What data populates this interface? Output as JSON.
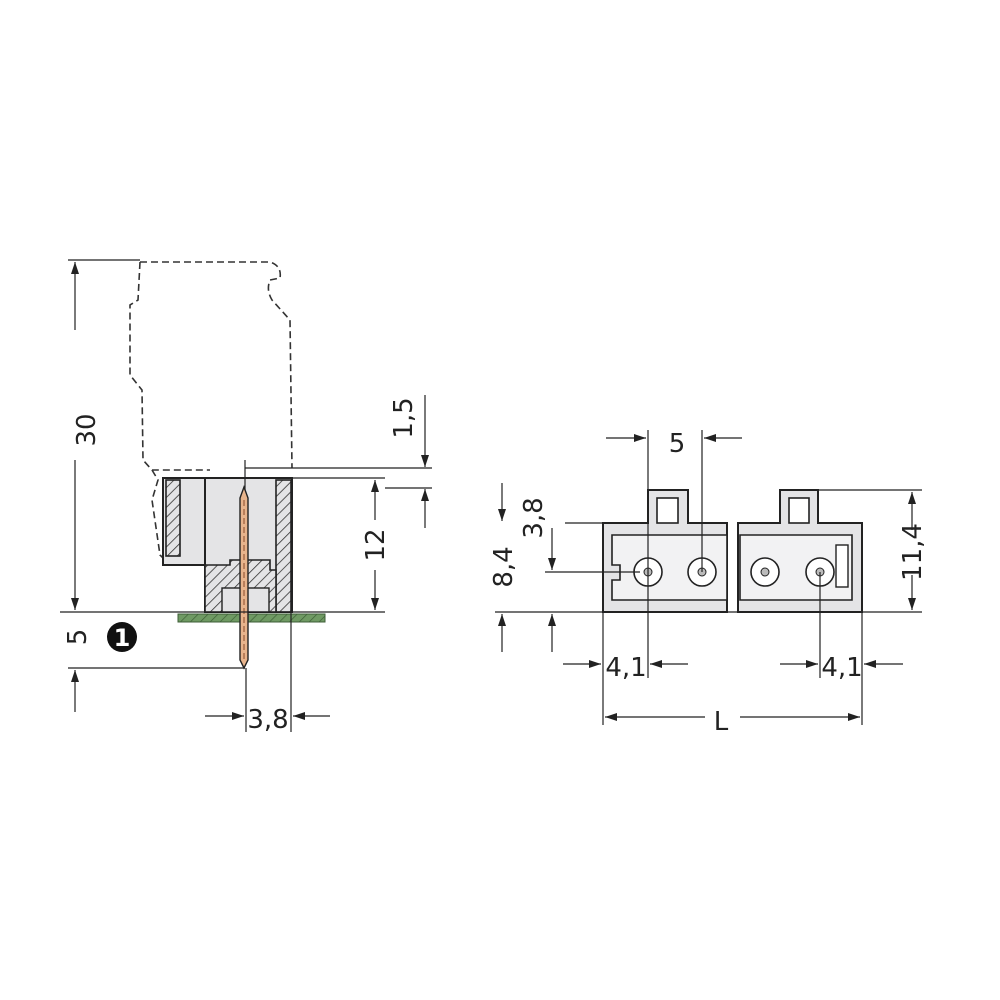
{
  "side_view": {
    "dims": {
      "height_total": "30",
      "pin_offset_top": "1,5",
      "housing_height": "12",
      "pin_length_below": "5",
      "pin_to_edge": "3,8"
    },
    "note_marker": "1"
  },
  "front_view": {
    "dims": {
      "pitch": "5",
      "height_to_pin": "8,4",
      "pin_from_top": "3,8",
      "height_total": "11,4",
      "edge_to_pin_left": "4,1",
      "edge_to_pin_right": "4,1",
      "length": "L"
    }
  },
  "colors": {
    "pin": "#e8b48c",
    "pcb": "#6f9a63",
    "housing": "#e4e4e6"
  }
}
